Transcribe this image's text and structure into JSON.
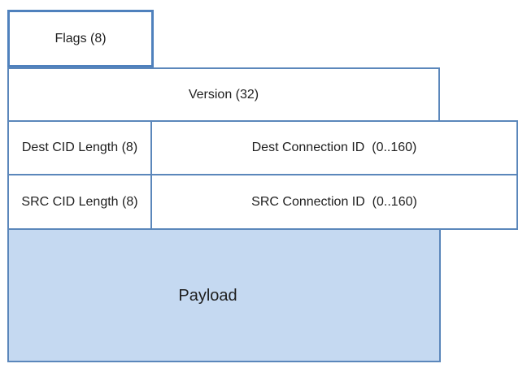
{
  "diagram": {
    "type": "packet-structure-diagram",
    "colors": {
      "background": "#ffffff",
      "box_fill": "#ffffff",
      "box_border": "#5b87bb",
      "flags_box_border": "#4f81bd",
      "payload_fill": "#c5d9f1",
      "text": "#1f1f1f"
    },
    "boxes": {
      "flags": {
        "label": "Flags (8)"
      },
      "version": {
        "label": "Version (32)"
      },
      "dest_cid_length": {
        "label": "Dest CID Length (8)"
      },
      "dest_connection_id": {
        "label": "Dest Connection ID  (0..160)"
      },
      "src_cid_length": {
        "label": "SRC CID Length (8)"
      },
      "src_connection_id": {
        "label": "SRC Connection ID  (0..160)"
      },
      "payload": {
        "label": "Payload"
      }
    },
    "rows": [
      [
        "flags"
      ],
      [
        "version"
      ],
      [
        "dest_cid_length",
        "dest_connection_id"
      ],
      [
        "src_cid_length",
        "src_connection_id"
      ],
      [
        "payload"
      ]
    ]
  }
}
